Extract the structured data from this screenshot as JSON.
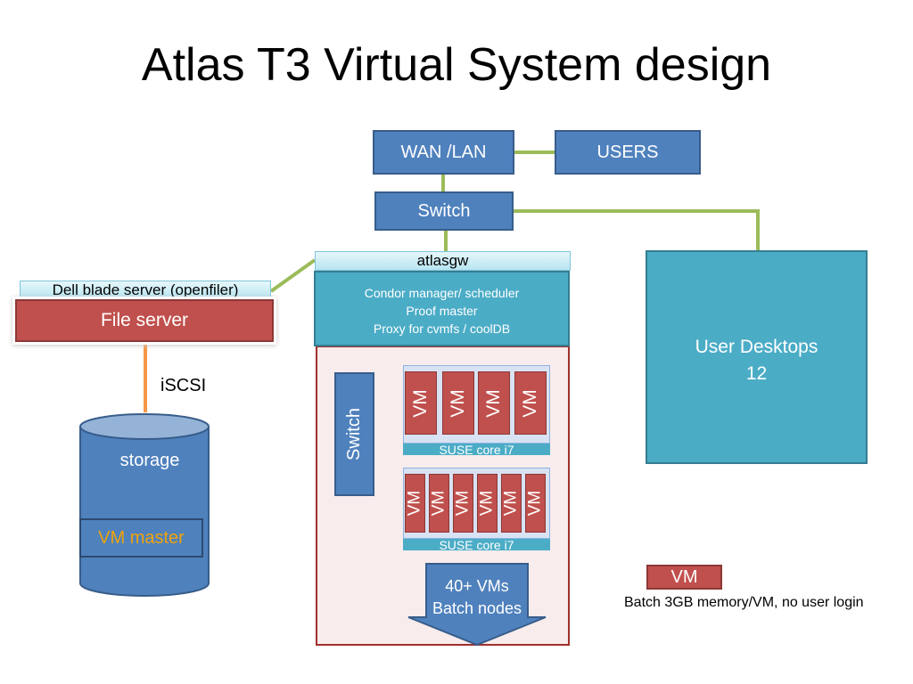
{
  "title": "Atlas T3 Virtual System design",
  "network": {
    "wan_lan": "WAN /LAN",
    "users": "USERS",
    "switch_top": "Switch"
  },
  "gateway": {
    "name": "atlasgw",
    "lines": [
      "Condor manager/ scheduler",
      "Proof master",
      "Proxy for cvmfs / coolDB"
    ]
  },
  "file_server": {
    "header": "Dell blade server (openfiler)",
    "label": "File server"
  },
  "link_label": "iSCSI",
  "storage": {
    "label": "storage",
    "vm_master": "VM master"
  },
  "cluster": {
    "switch": "Switch",
    "group1": {
      "vms": [
        "VM",
        "VM",
        "VM",
        "VM"
      ],
      "footer": "SUSE core i7"
    },
    "group2": {
      "vms": [
        "VM",
        "VM",
        "VM",
        "VM",
        "VM",
        "VM"
      ],
      "footer": "SUSE core i7"
    },
    "arrow_lines": [
      "40+ VMs",
      "Batch nodes"
    ]
  },
  "desktops": {
    "line1": "User Desktops",
    "line2": "12"
  },
  "legend": {
    "vm": "VM",
    "note": "Batch 3GB memory/VM, no user login"
  },
  "colors": {
    "blue": "#4f81bd",
    "teal": "#4bacc6",
    "red": "#c0504d",
    "connector": "#9bbb59",
    "iscsi": "#f79646",
    "vm_master_text": "#f0a30a"
  }
}
